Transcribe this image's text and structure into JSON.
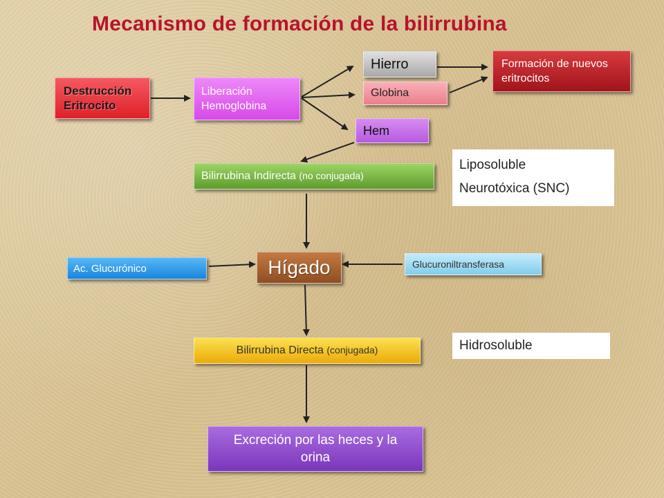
{
  "title": "Mecanismo de formación de la bilirrubina",
  "nodes": {
    "destruccion": "Destrucción Eritrocito",
    "liberacion": "Liberación Hemoglobina",
    "hierro": "Hierro",
    "globina": "Globina",
    "hem": "Hem",
    "formacion": "Formación de nuevos eritrocitos",
    "bili_indirecta_main": "Bilirrubina Indirecta",
    "bili_indirecta_sub": "(no conjugada)",
    "higado": "Hígado",
    "ac_glucuronico": "Ac. Glucurónico",
    "glucuroniltransferasa": "Glucuroniltransferasa",
    "bili_directa_main": "Bilirrubina Directa",
    "bili_directa_sub": "(conjugada)",
    "excrecion": "Excreción por las heces y la orina"
  },
  "notes": {
    "indirecta": [
      "Liposoluble",
      "Neurotóxica (SNC)"
    ],
    "directa": "Hidrosoluble"
  },
  "colors": {
    "title": "#b8132b",
    "destruccion": "#ec2b35",
    "liberacion": "#e060f0",
    "hierro": "#b4b4b4",
    "globina": "#f08c96",
    "hem": "#c46ae8",
    "formacion": "#b51b20",
    "bili_indirecta": "#72b23c",
    "higado": "#a8602c",
    "ac_glucuronico": "#2a9cec",
    "glucuroniltransferasa": "#8cd4f0",
    "bili_directa": "#f4c416",
    "excrecion": "#8a48c8",
    "arrow": "#222222"
  }
}
